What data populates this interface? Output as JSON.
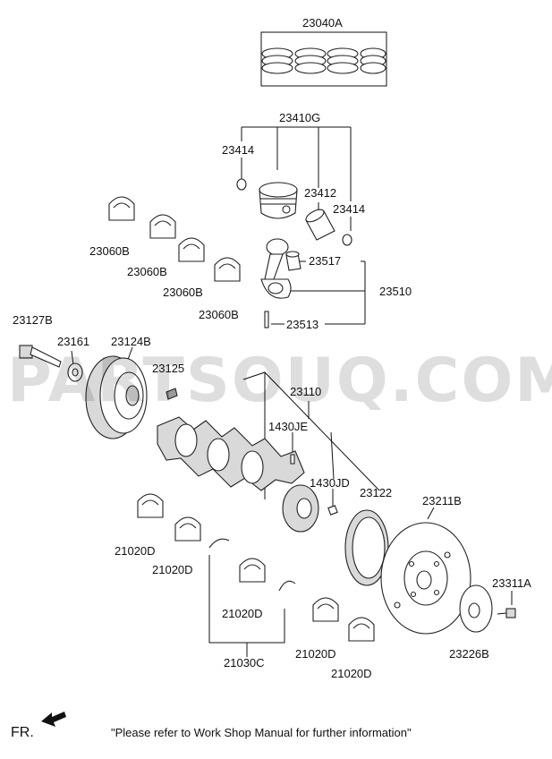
{
  "labels": {
    "piston_rings": "23040A",
    "piston_assy": "23410G",
    "snap_ring_left": "23414",
    "piston_pin": "23412",
    "snap_ring_right": "23414",
    "conrod_bearing_1": "23060B",
    "conrod_bearing_2": "23060B",
    "conrod_bearing_3": "23060B",
    "conrod_bearing_4": "23060B",
    "conrod_bushing": "23517",
    "conrod_assy": "23510",
    "conrod_bolt": "23513",
    "pulley_bolt": "23127B",
    "washer": "23161",
    "damper_pulley": "23124B",
    "key": "23125",
    "crankshaft": "23110",
    "key_1": "1430JE",
    "key_2": "1430JD",
    "sprocket": "23122",
    "drive_plate": "23211B",
    "plate_bolt": "23311A",
    "adapter_plate": "23226B",
    "main_bearing_1": "21020D",
    "main_bearing_2": "21020D",
    "main_bearing_3": "21020D",
    "main_bearing_4": "21020D",
    "main_bearing_5": "21020D",
    "thrust_washer": "21030C"
  },
  "watermark": "PARTSOUQ.COM",
  "front_label": "FR.",
  "footer_note": "\"Please refer to Work Shop Manual for further information\""
}
